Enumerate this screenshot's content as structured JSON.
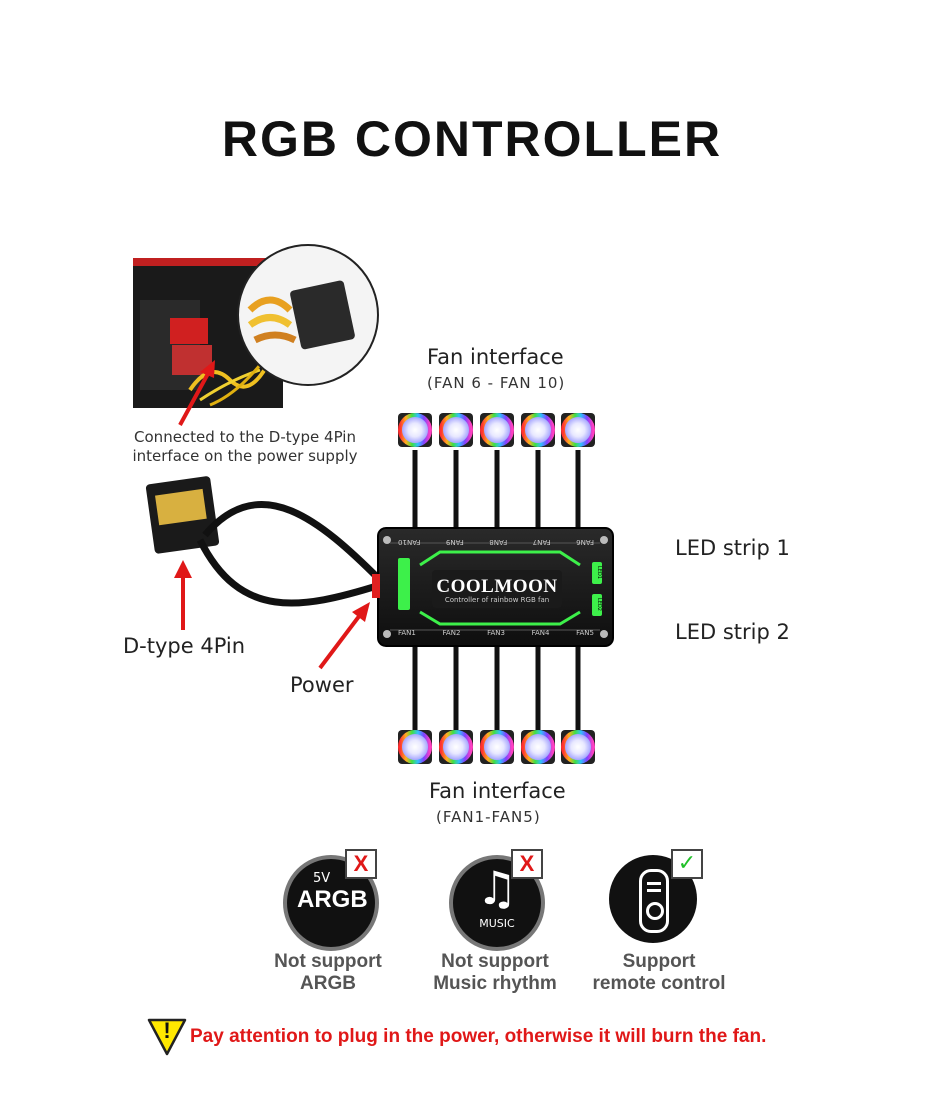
{
  "title": "RGB CONTROLLER",
  "fan_interface_top": {
    "label": "Fan interface",
    "sub": "(FAN 6 - FAN 10)"
  },
  "fan_interface_bottom": {
    "label": "Fan interface",
    "sub": "(FAN1-FAN5)"
  },
  "psu_note": {
    "line1": "Connected to the D-type 4Pin",
    "line2": "interface on the power supply"
  },
  "d_type_label": "D-type 4Pin",
  "power_label": "Power",
  "led_strip_1": "LED strip 1",
  "led_strip_2": "LED strip 2",
  "controller": {
    "brand": "COOLMOON",
    "subtitle": "Controller of rainbow RGB fan",
    "top_ports": [
      "FAN10",
      "FAN9",
      "FAN8",
      "FAN7",
      "FAN6"
    ],
    "bottom_ports": [
      "FAN1",
      "FAN2",
      "FAN3",
      "FAN4",
      "FAN5"
    ],
    "side_ports": [
      "LED1",
      "LED2"
    ]
  },
  "features": [
    {
      "icon": "argb-icon",
      "top_text": "5V",
      "main_text": "ARGB",
      "status": "X",
      "line1": "Not support",
      "line2": "ARGB"
    },
    {
      "icon": "music-icon",
      "main_text": "MUSIC",
      "status": "X",
      "line1": "Not support",
      "line2": "Music rhythm"
    },
    {
      "icon": "remote-icon",
      "status": "✓",
      "line1": "Support",
      "line2": "remote control"
    }
  ],
  "warning": {
    "symbol": "!",
    "text": "Pay attention to plug in the power, otherwise it will burn the fan."
  },
  "colors": {
    "warning_red": "#e01818",
    "status_x": "#e01818",
    "status_check": "#22c02a",
    "controller_green": "#3df04a"
  }
}
